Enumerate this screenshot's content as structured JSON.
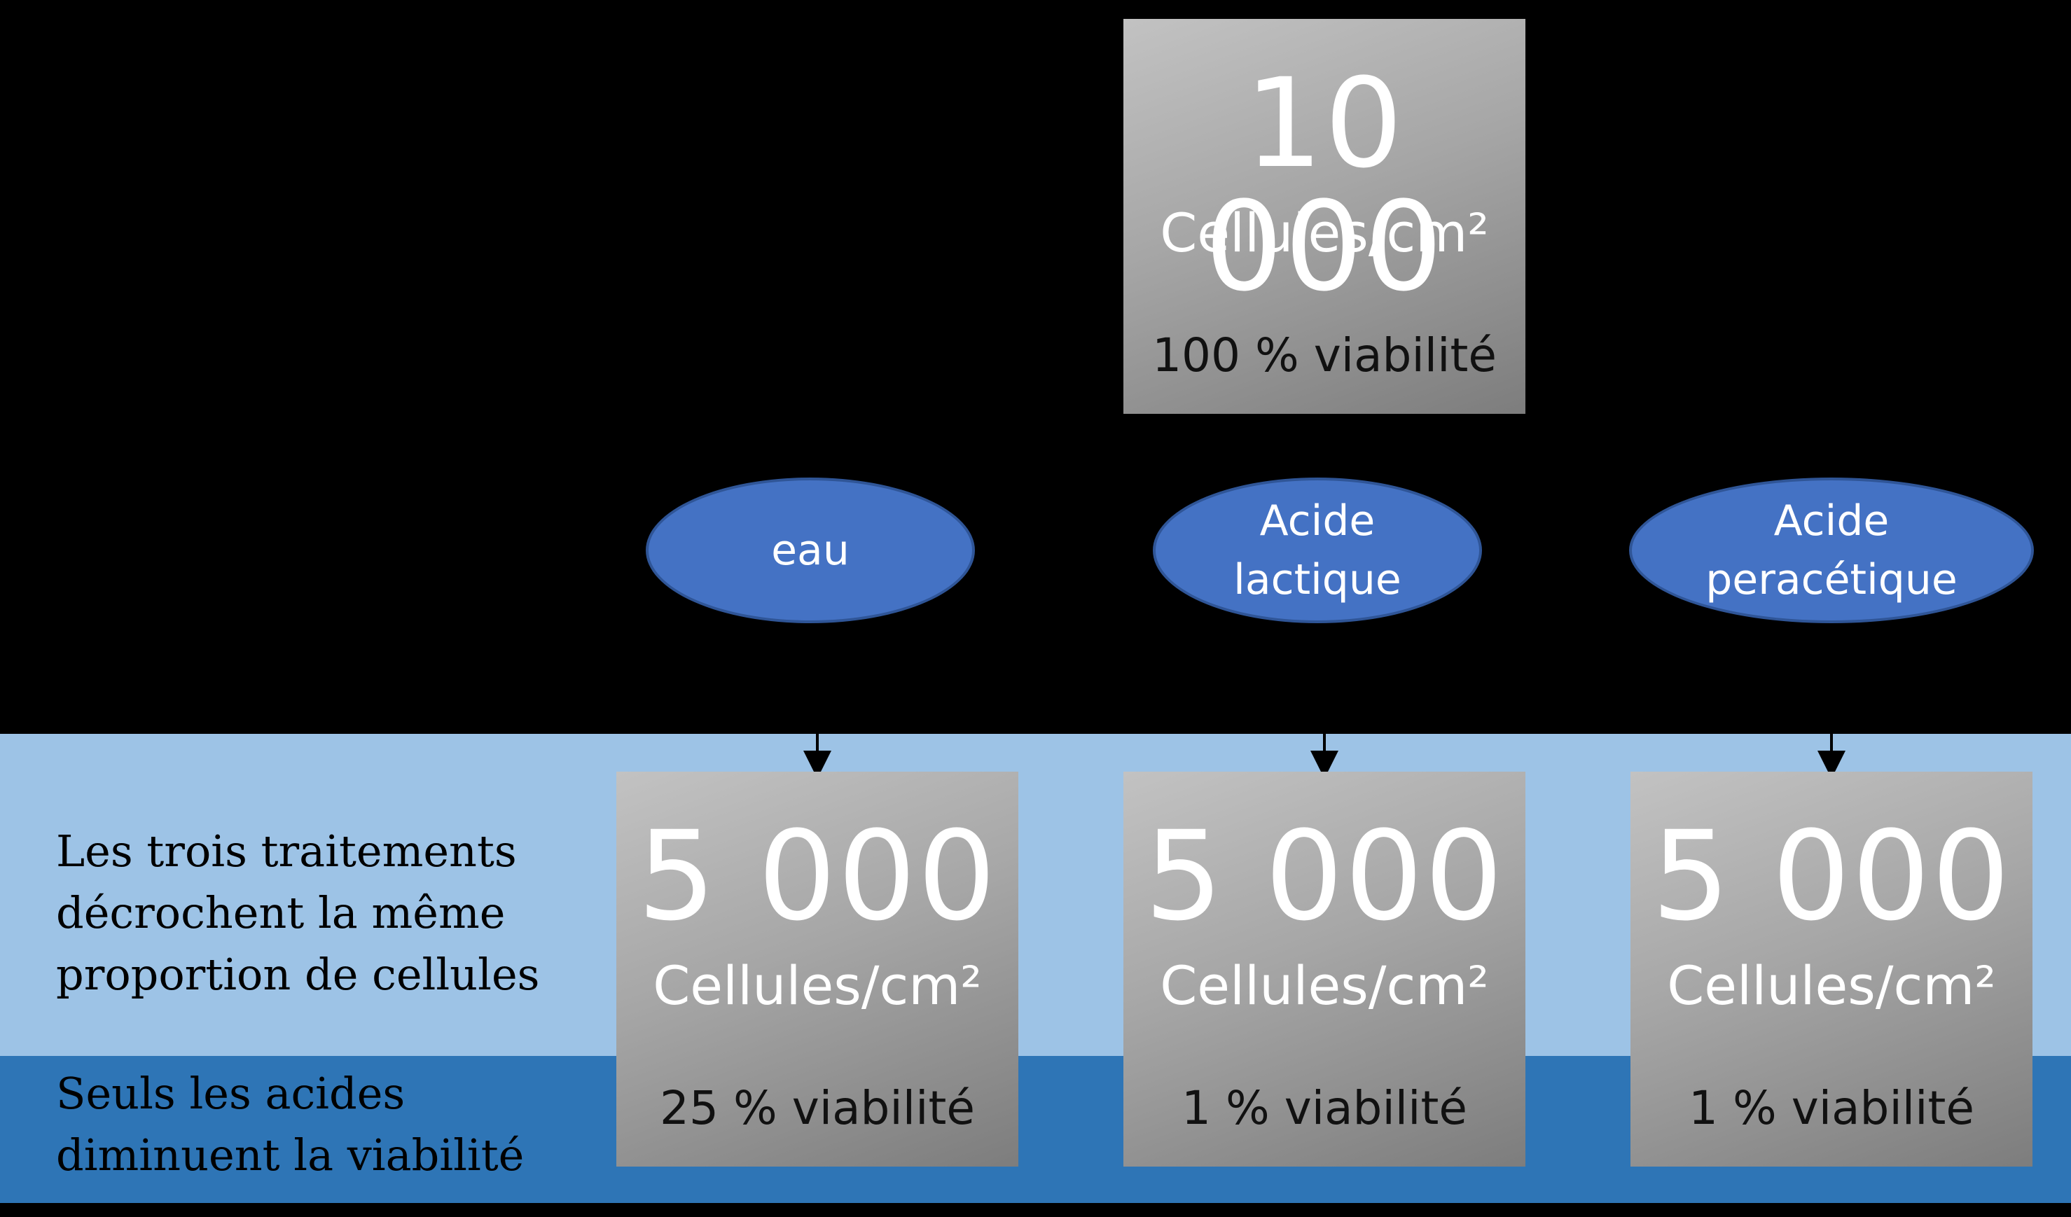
{
  "source_box": {
    "count": "10 000",
    "unit": "Cellules/cm²",
    "viability": "100 % viabilité"
  },
  "treatments": [
    {
      "label": "eau"
    },
    {
      "label": "Acide\nlactique"
    },
    {
      "label": "Acide\nperacétique"
    }
  ],
  "result_boxes": [
    {
      "count": "5 000",
      "unit": "Cellules/cm²",
      "viability": "25 % viabilité"
    },
    {
      "count": "5 000",
      "unit": "Cellules/cm²",
      "viability": "1 % viabilité"
    },
    {
      "count": "5 000",
      "unit": "Cellules/cm²",
      "viability": "1 % viabilité"
    }
  ],
  "notes": {
    "detachment": "Les trois traitements décrochent la même proportion de cellules",
    "viability": "Seuls les acides diminuent la viabilité"
  },
  "colors": {
    "background": "#000000",
    "band_light": "#9dc3e6",
    "band_dark": "#2e75b6",
    "ellipse_fill": "#4472c4",
    "box_gray": "#a6a6a6"
  }
}
